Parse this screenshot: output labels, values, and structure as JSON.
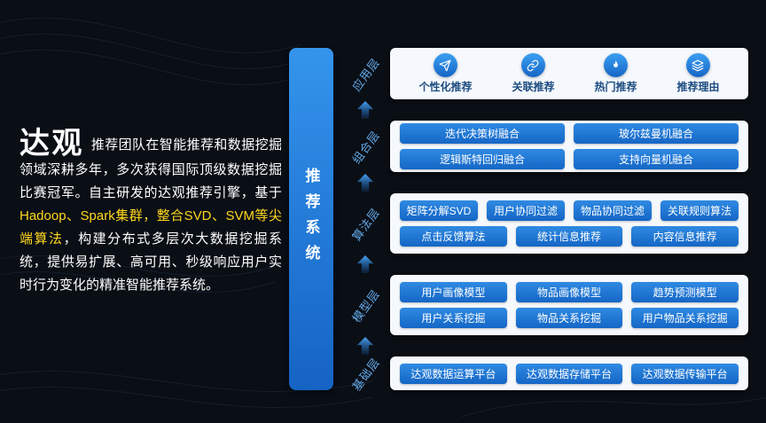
{
  "intro": {
    "title": "达观",
    "segments": [
      {
        "text": "推荐团队在智能推荐和数据挖掘领域深耕多年，多次获得国际顶级数据挖掘比赛冠军。自主研发的达观推荐引擎，基于",
        "color": "white"
      },
      {
        "text": "Hadoop、Spark集群，整合SVD、SVM等尖端算法",
        "color": "yellow"
      },
      {
        "text": "，构建分布式多层次大数据挖掘系统，提供易扩展、高可用、秒级响应用户实时行为变化的精准智能推荐系统。",
        "color": "white"
      }
    ]
  },
  "diagram": {
    "system_label": "推荐系统",
    "layers": [
      {
        "label": "应用层",
        "items": [
          {
            "icon": "paper-plane-icon",
            "label": "个性化推荐"
          },
          {
            "icon": "link-icon",
            "label": "关联推荐"
          },
          {
            "icon": "flame-icon",
            "label": "热门推荐"
          },
          {
            "icon": "layers-icon",
            "label": "推荐理由"
          }
        ]
      },
      {
        "label": "组合层",
        "rows": [
          [
            "迭代决策树融合",
            "玻尔兹曼机融合"
          ],
          [
            "逻辑斯特回归融合",
            "支持向量机融合"
          ]
        ]
      },
      {
        "label": "算法层",
        "rows": [
          [
            "矩阵分解SVD",
            "用户协同过滤",
            "物品协同过滤",
            "关联规则算法"
          ],
          [
            "点击反馈算法",
            "统计信息推荐",
            "内容信息推荐"
          ]
        ]
      },
      {
        "label": "模型层",
        "rows": [
          [
            "用户画像模型",
            "物品画像模型",
            "趋势预测模型"
          ],
          [
            "用户关系挖掘",
            "物品关系挖掘",
            "用户物品关系挖掘"
          ]
        ]
      },
      {
        "label": "基础层",
        "rows": [
          [
            "达观数据运算平台",
            "达观数据存储平台",
            "达观数据传输平台"
          ]
        ]
      }
    ]
  },
  "colors": {
    "background": "#0a0e15",
    "accent_blue": "#1d78d9",
    "panel_bg": "#f5f9fd",
    "highlight_yellow": "#ffd71e",
    "label_blue": "#63a9e8"
  }
}
